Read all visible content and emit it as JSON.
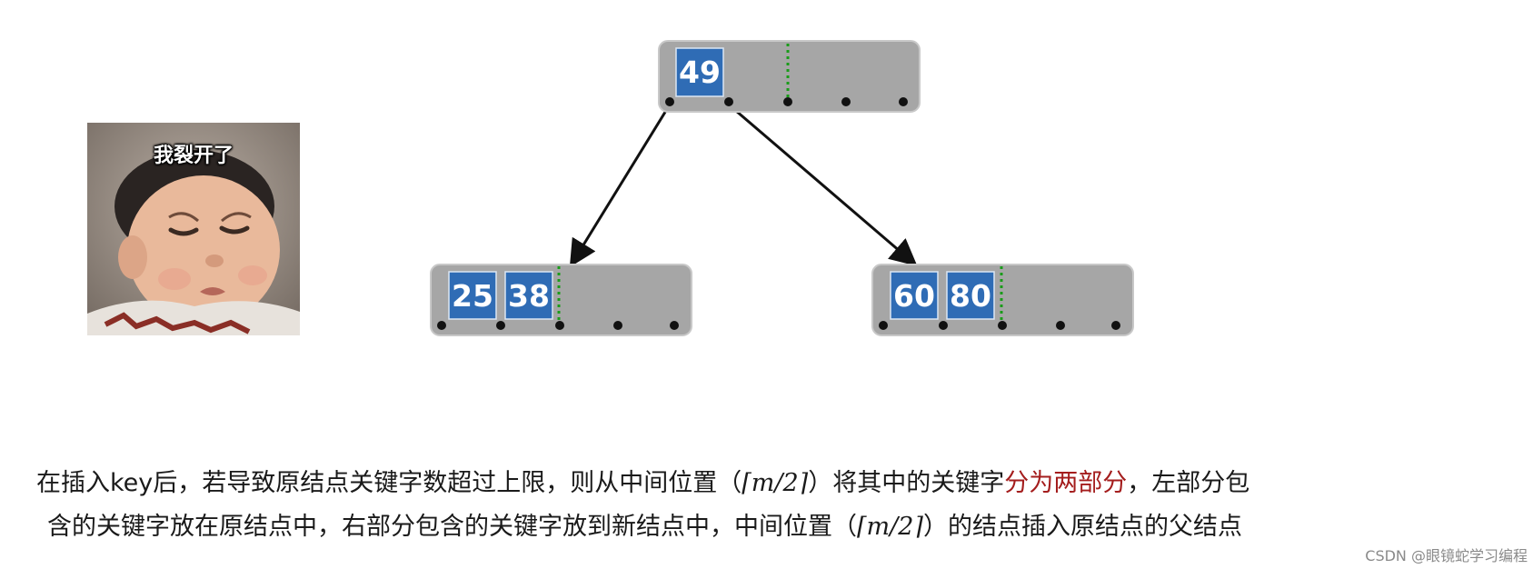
{
  "tree": {
    "root": {
      "keys": [
        "49"
      ]
    },
    "left_child": {
      "keys": [
        "25",
        "38"
      ]
    },
    "right_child": {
      "keys": [
        "60",
        "80"
      ]
    }
  },
  "meme": {
    "caption": "我裂开了"
  },
  "caption": {
    "line1_a": "在插入key后，若导致原结点关键字数超过上限，则从中间位置（",
    "math1": "⌈m/2⌉",
    "line1_b": "）将其中的关键字",
    "line1_highlight": "分为两部分",
    "line1_c": "，左部分包",
    "line2_a": "含的关键字放在原结点中，右部分包含的关键字放到新结点中，中间位置（",
    "math2": "⌈m/2⌉",
    "line2_b": "）的结点插入原结点的父结点"
  },
  "watermark": "CSDN @眼镜蛇学习编程",
  "colors": {
    "node_fill": "#a6a6a6",
    "key_fill": "#2f6cb5",
    "divider": "#1a9c1a",
    "highlight_text": "#a41d1d"
  }
}
